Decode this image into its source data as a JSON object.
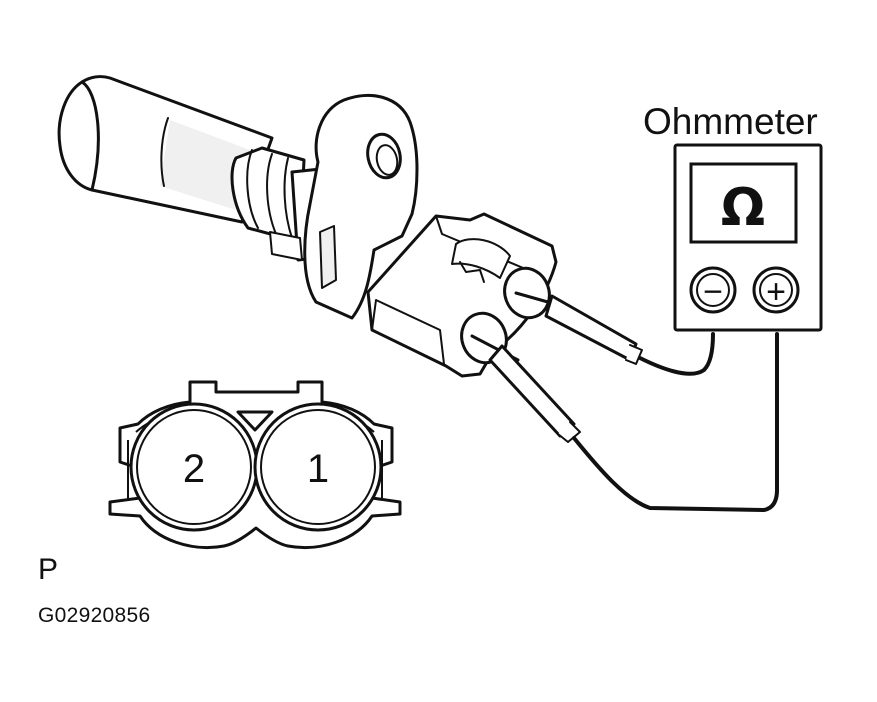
{
  "meter": {
    "title": "Ohmmeter",
    "symbol": "Ω",
    "minus_symbol": "−",
    "plus_symbol": "+"
  },
  "connector": {
    "pins": [
      {
        "label": "2"
      },
      {
        "label": "1"
      }
    ]
  },
  "captions": {
    "view_letter": "P",
    "figure_code": "G02920856"
  },
  "colors": {
    "line": "#111111",
    "background": "#ffffff",
    "shading": "#f0f0f0"
  }
}
